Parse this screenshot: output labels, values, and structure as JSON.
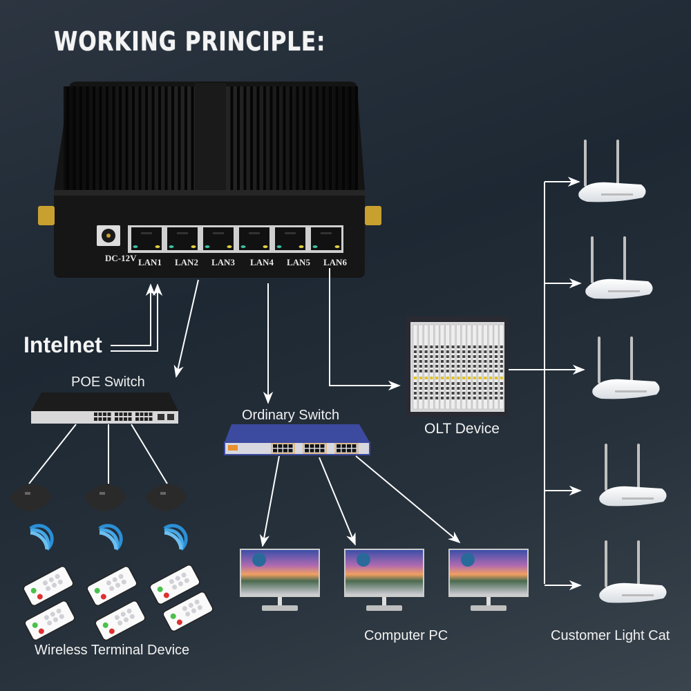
{
  "title": "WORKING PRINCIPLE:",
  "main_device": {
    "power_label": "DC-12V",
    "ports": [
      "LAN1",
      "LAN2",
      "LAN3",
      "LAN4",
      "LAN5",
      "LAN6"
    ]
  },
  "nodes": {
    "internet": "Intelnet",
    "poe_switch": "POE Switch",
    "ordinary_switch": "Ordinary Switch",
    "olt_device": "OLT Device",
    "wireless_terminal": "Wireless Terminal Device",
    "computer_pc": "Computer PC",
    "customer_light_cat": "Customer Light Cat"
  },
  "connections": [
    {
      "from": "LAN1",
      "to": "Intelnet",
      "type": "bidirectional"
    },
    {
      "from": "LAN2",
      "to": "POE Switch"
    },
    {
      "from": "LAN4",
      "to": "Ordinary Switch"
    },
    {
      "from": "LAN6",
      "to": "OLT Device"
    },
    {
      "from": "POE Switch",
      "to": "Wireless AP",
      "count": 3
    },
    {
      "from": "Ordinary Switch",
      "to": "Computer PC",
      "count": 3
    },
    {
      "from": "OLT Device",
      "to": "Customer Light Cat",
      "count": 5
    }
  ],
  "counts": {
    "access_points": 3,
    "wireless_terminals": 6,
    "computers": 3,
    "light_cats": 5
  }
}
